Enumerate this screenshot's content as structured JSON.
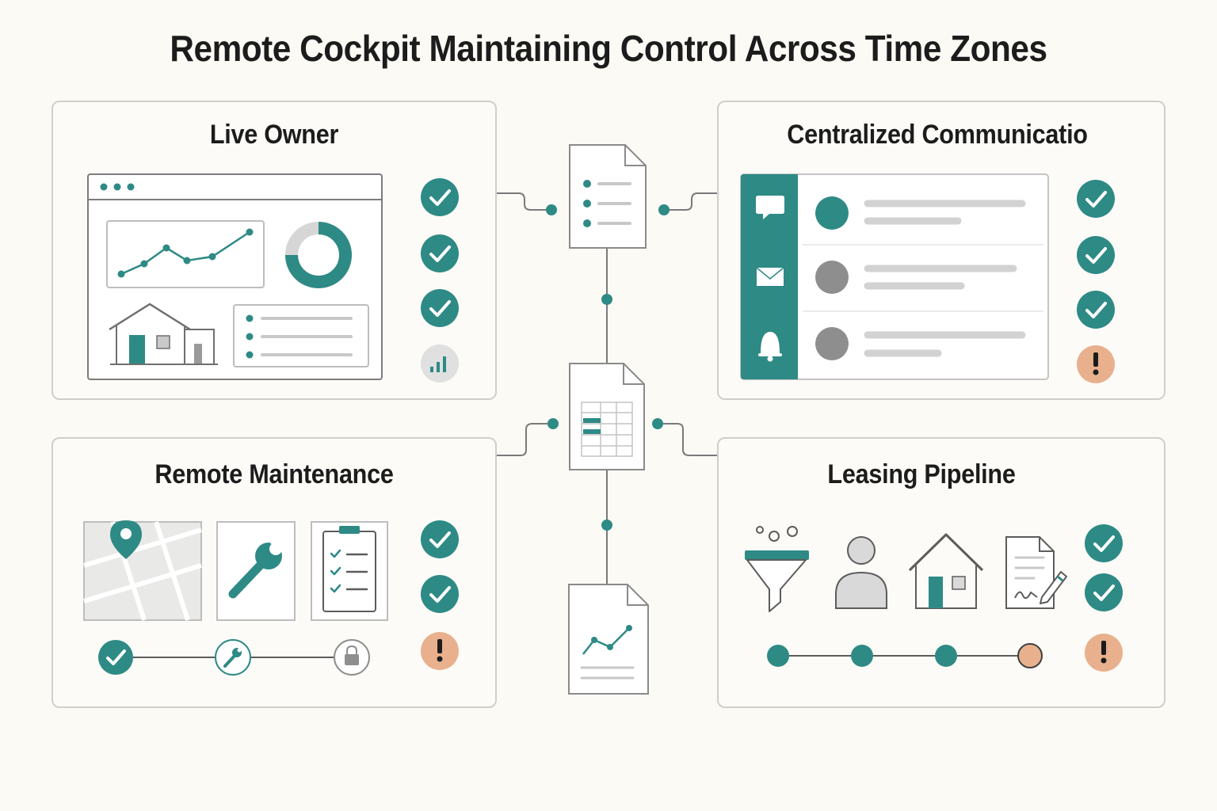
{
  "title": "Remote Cockpit Maintaining Control Across Time Zones",
  "panels": {
    "live_owner": {
      "title": "Live Owner",
      "statuses": [
        "check",
        "check",
        "check",
        "signal"
      ]
    },
    "communication": {
      "title": "Centralized Communicatio",
      "statuses": [
        "check",
        "check",
        "check",
        "alert"
      ]
    },
    "maintenance": {
      "title": "Remote Maintenance",
      "statuses": [
        "check",
        "check",
        "alert"
      ],
      "steps": [
        "check",
        "wrench",
        "lock"
      ]
    },
    "leasing": {
      "title": "Leasing Pipeline",
      "statuses": [
        "check",
        "check",
        "alert"
      ],
      "stages": [
        "done",
        "done",
        "done",
        "pending"
      ]
    }
  },
  "colors": {
    "teal": "#2e8a85",
    "orange": "#e9b08d",
    "gray": "#8e8e8e",
    "light_gray": "#d9d9d9",
    "border": "#cfcfcb",
    "background": "#fbfaf5"
  },
  "icons": {
    "center_documents": [
      "list-document-icon",
      "spreadsheet-document-icon",
      "chart-document-icon"
    ],
    "live_owner": [
      "dashboard-window-icon",
      "line-chart-icon",
      "donut-chart-icon",
      "house-icon",
      "list-card-icon",
      "signal-bars-icon"
    ],
    "communication": [
      "chat-icon",
      "mail-icon",
      "bell-icon",
      "contact-avatar-icon"
    ],
    "maintenance": [
      "map-pin-icon",
      "wrench-icon",
      "checklist-clipboard-icon",
      "lock-icon"
    ],
    "leasing": [
      "funnel-icon",
      "person-icon",
      "house-icon",
      "signed-document-icon"
    ]
  }
}
